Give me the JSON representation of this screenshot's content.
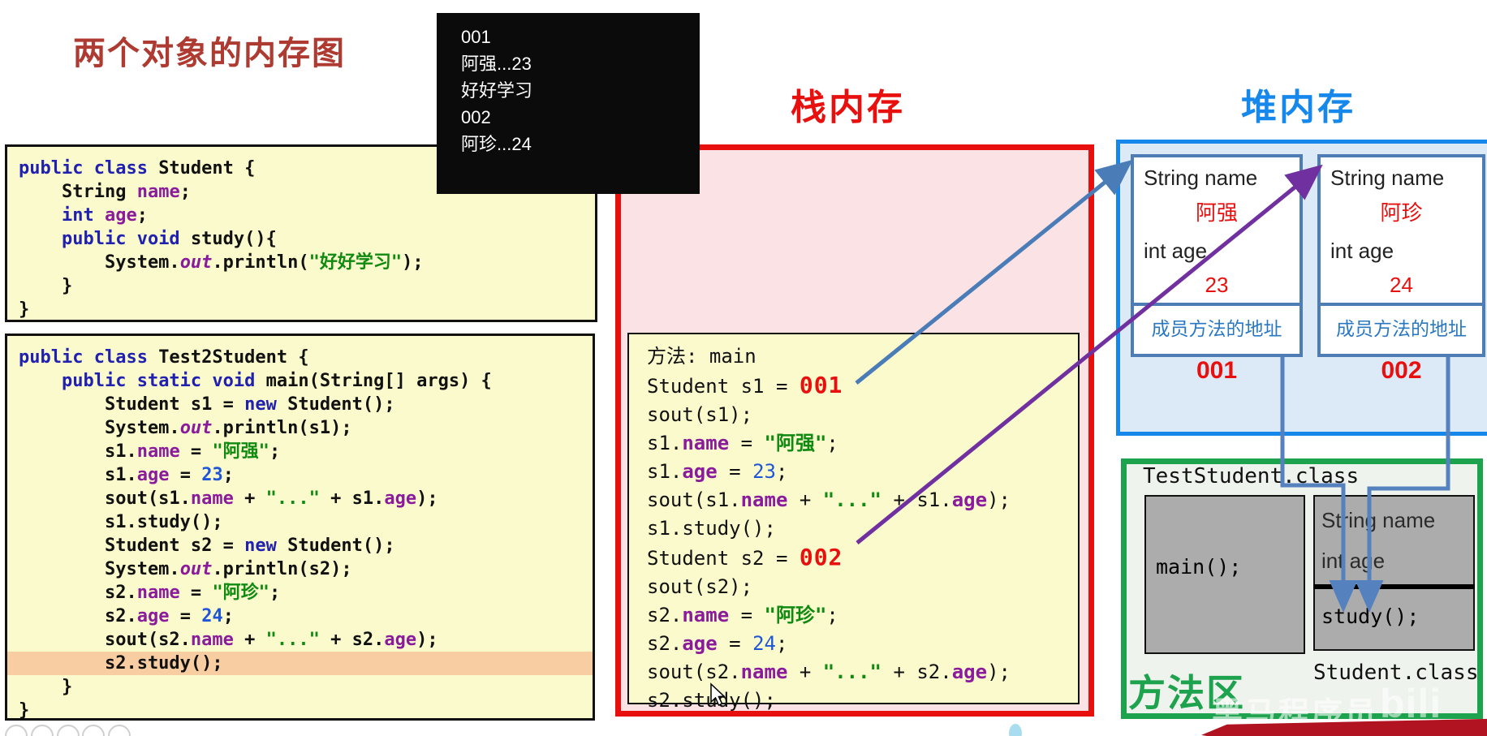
{
  "slide": {
    "title": "两个对象的内存图"
  },
  "console": {
    "lines": [
      "001",
      "阿强...23",
      "好好学习",
      "002",
      "阿珍...24"
    ]
  },
  "code_student": {
    "lines": [
      {
        "hl": false,
        "seg": [
          {
            "t": "public class ",
            "c": "k"
          },
          {
            "t": "Student {",
            "c": "p"
          }
        ]
      },
      {
        "hl": false,
        "seg": [
          {
            "t": "    String ",
            "c": "p"
          },
          {
            "t": "name",
            "c": "m"
          },
          {
            "t": ";",
            "c": "p"
          }
        ]
      },
      {
        "hl": false,
        "seg": [
          {
            "t": "    ",
            "c": "p"
          },
          {
            "t": "int ",
            "c": "k"
          },
          {
            "t": "age",
            "c": "m"
          },
          {
            "t": ";",
            "c": "p"
          }
        ]
      },
      {
        "hl": false,
        "seg": [
          {
            "t": "    ",
            "c": "p"
          },
          {
            "t": "public void ",
            "c": "k"
          },
          {
            "t": "study(){",
            "c": "p"
          }
        ]
      },
      {
        "hl": false,
        "seg": [
          {
            "t": "        System.",
            "c": "p"
          },
          {
            "t": "out",
            "c": "o"
          },
          {
            "t": ".println(",
            "c": "p"
          },
          {
            "t": "\"好好学习\"",
            "c": "s"
          },
          {
            "t": ");",
            "c": "p"
          }
        ]
      },
      {
        "hl": false,
        "seg": [
          {
            "t": "    }",
            "c": "p"
          }
        ]
      },
      {
        "hl": false,
        "seg": [
          {
            "t": "}",
            "c": "p"
          }
        ]
      }
    ]
  },
  "code_test": {
    "lines": [
      {
        "hl": false,
        "seg": [
          {
            "t": "public class ",
            "c": "k"
          },
          {
            "t": "Test2Student {",
            "c": "p"
          }
        ]
      },
      {
        "hl": false,
        "seg": [
          {
            "t": "    ",
            "c": "p"
          },
          {
            "t": "public static void ",
            "c": "k"
          },
          {
            "t": "main(String[] args) {",
            "c": "p"
          }
        ]
      },
      {
        "hl": false,
        "seg": [
          {
            "t": "        Student s1 = ",
            "c": "p"
          },
          {
            "t": "new ",
            "c": "k"
          },
          {
            "t": "Student();",
            "c": "p"
          }
        ]
      },
      {
        "hl": false,
        "seg": [
          {
            "t": "        System.",
            "c": "p"
          },
          {
            "t": "out",
            "c": "o"
          },
          {
            "t": ".println(s1);",
            "c": "p"
          }
        ]
      },
      {
        "hl": false,
        "seg": [
          {
            "t": "        s1.",
            "c": "p"
          },
          {
            "t": "name",
            "c": "m"
          },
          {
            "t": " = ",
            "c": "p"
          },
          {
            "t": "\"阿强\"",
            "c": "s"
          },
          {
            "t": ";",
            "c": "p"
          }
        ]
      },
      {
        "hl": false,
        "seg": [
          {
            "t": "        s1.",
            "c": "p"
          },
          {
            "t": "age",
            "c": "m"
          },
          {
            "t": " = ",
            "c": "p"
          },
          {
            "t": "23",
            "c": "n"
          },
          {
            "t": ";",
            "c": "p"
          }
        ]
      },
      {
        "hl": false,
        "seg": [
          {
            "t": "        sout(s1.",
            "c": "p"
          },
          {
            "t": "name",
            "c": "m"
          },
          {
            "t": " + ",
            "c": "p"
          },
          {
            "t": "\"...\"",
            "c": "s"
          },
          {
            "t": " + s1.",
            "c": "p"
          },
          {
            "t": "age",
            "c": "m"
          },
          {
            "t": ");",
            "c": "p"
          }
        ]
      },
      {
        "hl": false,
        "seg": [
          {
            "t": "        s1.study();",
            "c": "p"
          }
        ]
      },
      {
        "hl": false,
        "seg": [
          {
            "t": "        Student s2 = ",
            "c": "p"
          },
          {
            "t": "new ",
            "c": "k"
          },
          {
            "t": "Student();",
            "c": "p"
          }
        ]
      },
      {
        "hl": false,
        "seg": [
          {
            "t": "        System.",
            "c": "p"
          },
          {
            "t": "out",
            "c": "o"
          },
          {
            "t": ".println(s2);",
            "c": "p"
          }
        ]
      },
      {
        "hl": false,
        "seg": [
          {
            "t": "        s2.",
            "c": "p"
          },
          {
            "t": "name",
            "c": "m"
          },
          {
            "t": " = ",
            "c": "p"
          },
          {
            "t": "\"阿珍\"",
            "c": "s"
          },
          {
            "t": ";",
            "c": "p"
          }
        ]
      },
      {
        "hl": false,
        "seg": [
          {
            "t": "        s2.",
            "c": "p"
          },
          {
            "t": "age",
            "c": "m"
          },
          {
            "t": " = ",
            "c": "p"
          },
          {
            "t": "24",
            "c": "n"
          },
          {
            "t": ";",
            "c": "p"
          }
        ]
      },
      {
        "hl": false,
        "seg": [
          {
            "t": "        sout(s2.",
            "c": "p"
          },
          {
            "t": "name",
            "c": "m"
          },
          {
            "t": " + ",
            "c": "p"
          },
          {
            "t": "\"...\"",
            "c": "s"
          },
          {
            "t": " + s2.",
            "c": "p"
          },
          {
            "t": "age",
            "c": "m"
          },
          {
            "t": ");",
            "c": "p"
          }
        ]
      },
      {
        "hl": true,
        "seg": [
          {
            "t": "        s2.study();",
            "c": "p"
          }
        ]
      },
      {
        "hl": false,
        "seg": [
          {
            "t": "    }",
            "c": "p"
          }
        ]
      },
      {
        "hl": false,
        "seg": [
          {
            "t": "}",
            "c": "p"
          }
        ]
      }
    ]
  },
  "stack": {
    "title": "栈内存",
    "frame": {
      "lines": [
        {
          "hl": false,
          "seg": [
            {
              "t": "方法: main",
              "c": "p"
            }
          ]
        },
        {
          "hl": false,
          "seg": [
            {
              "t": "Student s1 = ",
              "c": "p"
            },
            {
              "t": "001",
              "c": "r"
            }
          ]
        },
        {
          "hl": false,
          "seg": [
            {
              "t": "sout(s1);",
              "c": "p"
            }
          ]
        },
        {
          "hl": false,
          "seg": [
            {
              "t": "s1.",
              "c": "p"
            },
            {
              "t": "name",
              "c": "m"
            },
            {
              "t": " = ",
              "c": "p"
            },
            {
              "t": "\"阿强\"",
              "c": "s"
            },
            {
              "t": ";",
              "c": "p"
            }
          ]
        },
        {
          "hl": false,
          "seg": [
            {
              "t": "s1.",
              "c": "p"
            },
            {
              "t": "age",
              "c": "m"
            },
            {
              "t": " = ",
              "c": "p"
            },
            {
              "t": "23",
              "c": "n"
            },
            {
              "t": ";",
              "c": "p"
            }
          ]
        },
        {
          "hl": false,
          "seg": [
            {
              "t": "sout(s1.",
              "c": "p"
            },
            {
              "t": "name",
              "c": "m"
            },
            {
              "t": " + ",
              "c": "p"
            },
            {
              "t": "\"...\"",
              "c": "s"
            },
            {
              "t": " + s1.",
              "c": "p"
            },
            {
              "t": "age",
              "c": "m"
            },
            {
              "t": ");",
              "c": "p"
            }
          ]
        },
        {
          "hl": false,
          "seg": [
            {
              "t": "s1.study();",
              "c": "p"
            }
          ]
        },
        {
          "hl": false,
          "seg": [
            {
              "t": "Student s2 = ",
              "c": "p"
            },
            {
              "t": "002",
              "c": "r"
            }
          ]
        },
        {
          "hl": false,
          "seg": [
            {
              "t": "sout(s2);",
              "c": "p"
            }
          ]
        },
        {
          "hl": false,
          "seg": [
            {
              "t": "s2.",
              "c": "p"
            },
            {
              "t": "name",
              "c": "m"
            },
            {
              "t": " = ",
              "c": "p"
            },
            {
              "t": "\"阿珍\"",
              "c": "s"
            },
            {
              "t": ";",
              "c": "p"
            }
          ]
        },
        {
          "hl": false,
          "seg": [
            {
              "t": "s2.",
              "c": "p"
            },
            {
              "t": "age",
              "c": "m"
            },
            {
              "t": " = ",
              "c": "p"
            },
            {
              "t": "24",
              "c": "n"
            },
            {
              "t": ";",
              "c": "p"
            }
          ]
        },
        {
          "hl": false,
          "seg": [
            {
              "t": "sout(s2.",
              "c": "p"
            },
            {
              "t": "name",
              "c": "m"
            },
            {
              "t": " + ",
              "c": "p"
            },
            {
              "t": "\"...\"",
              "c": "s"
            },
            {
              "t": " + s2.",
              "c": "p"
            },
            {
              "t": "age",
              "c": "m"
            },
            {
              "t": ");",
              "c": "p"
            }
          ]
        },
        {
          "hl": false,
          "seg": [
            {
              "t": "s2.study();",
              "c": "p"
            }
          ]
        }
      ]
    }
  },
  "heap": {
    "title": "堆内存",
    "objects": [
      {
        "field1_label": "String name",
        "field1_value": "阿强",
        "field2_label": "int age",
        "field2_value": "23",
        "method_addr": "成员方法的地址",
        "ref": "001"
      },
      {
        "field1_label": "String name",
        "field1_value": "阿珍",
        "field2_label": "int age",
        "field2_value": "24",
        "method_addr": "成员方法的地址",
        "ref": "002"
      }
    ]
  },
  "method_area": {
    "area_label": "方法区",
    "class1_title": "TestStudent.class",
    "class1_method": "main();",
    "class2_field1": "String name",
    "class2_field2": "int age",
    "class2_method": "study();",
    "class2_title": "Student.class"
  },
  "watermark": {
    "text1": "黑马程序员",
    "text2": "bili"
  },
  "colors": {
    "title-red": "#AE3B32",
    "bright-red": "#E8100E",
    "heap-blue": "#1688EC",
    "steel-blue": "#4E7CB4",
    "addr-blue": "#2B78C2",
    "method-green": "#1DA24D",
    "kw-navy": "#2121B0",
    "member-purple": "#8A1B9B",
    "str-green": "#108A10",
    "num-blue": "#1F55D7",
    "code-yellow": "#FBFACD",
    "stack-pink": "#FBE2E5",
    "heap-bg": "#DCEAF8",
    "method-bg": "#EFF3EE",
    "hl-orange": "#F8CDA2",
    "ribbon-red": "#B11320",
    "arrow-blue": "#4A7CB8",
    "arrow-purple": "#7030A0",
    "connector-blue": "#5581BE"
  }
}
